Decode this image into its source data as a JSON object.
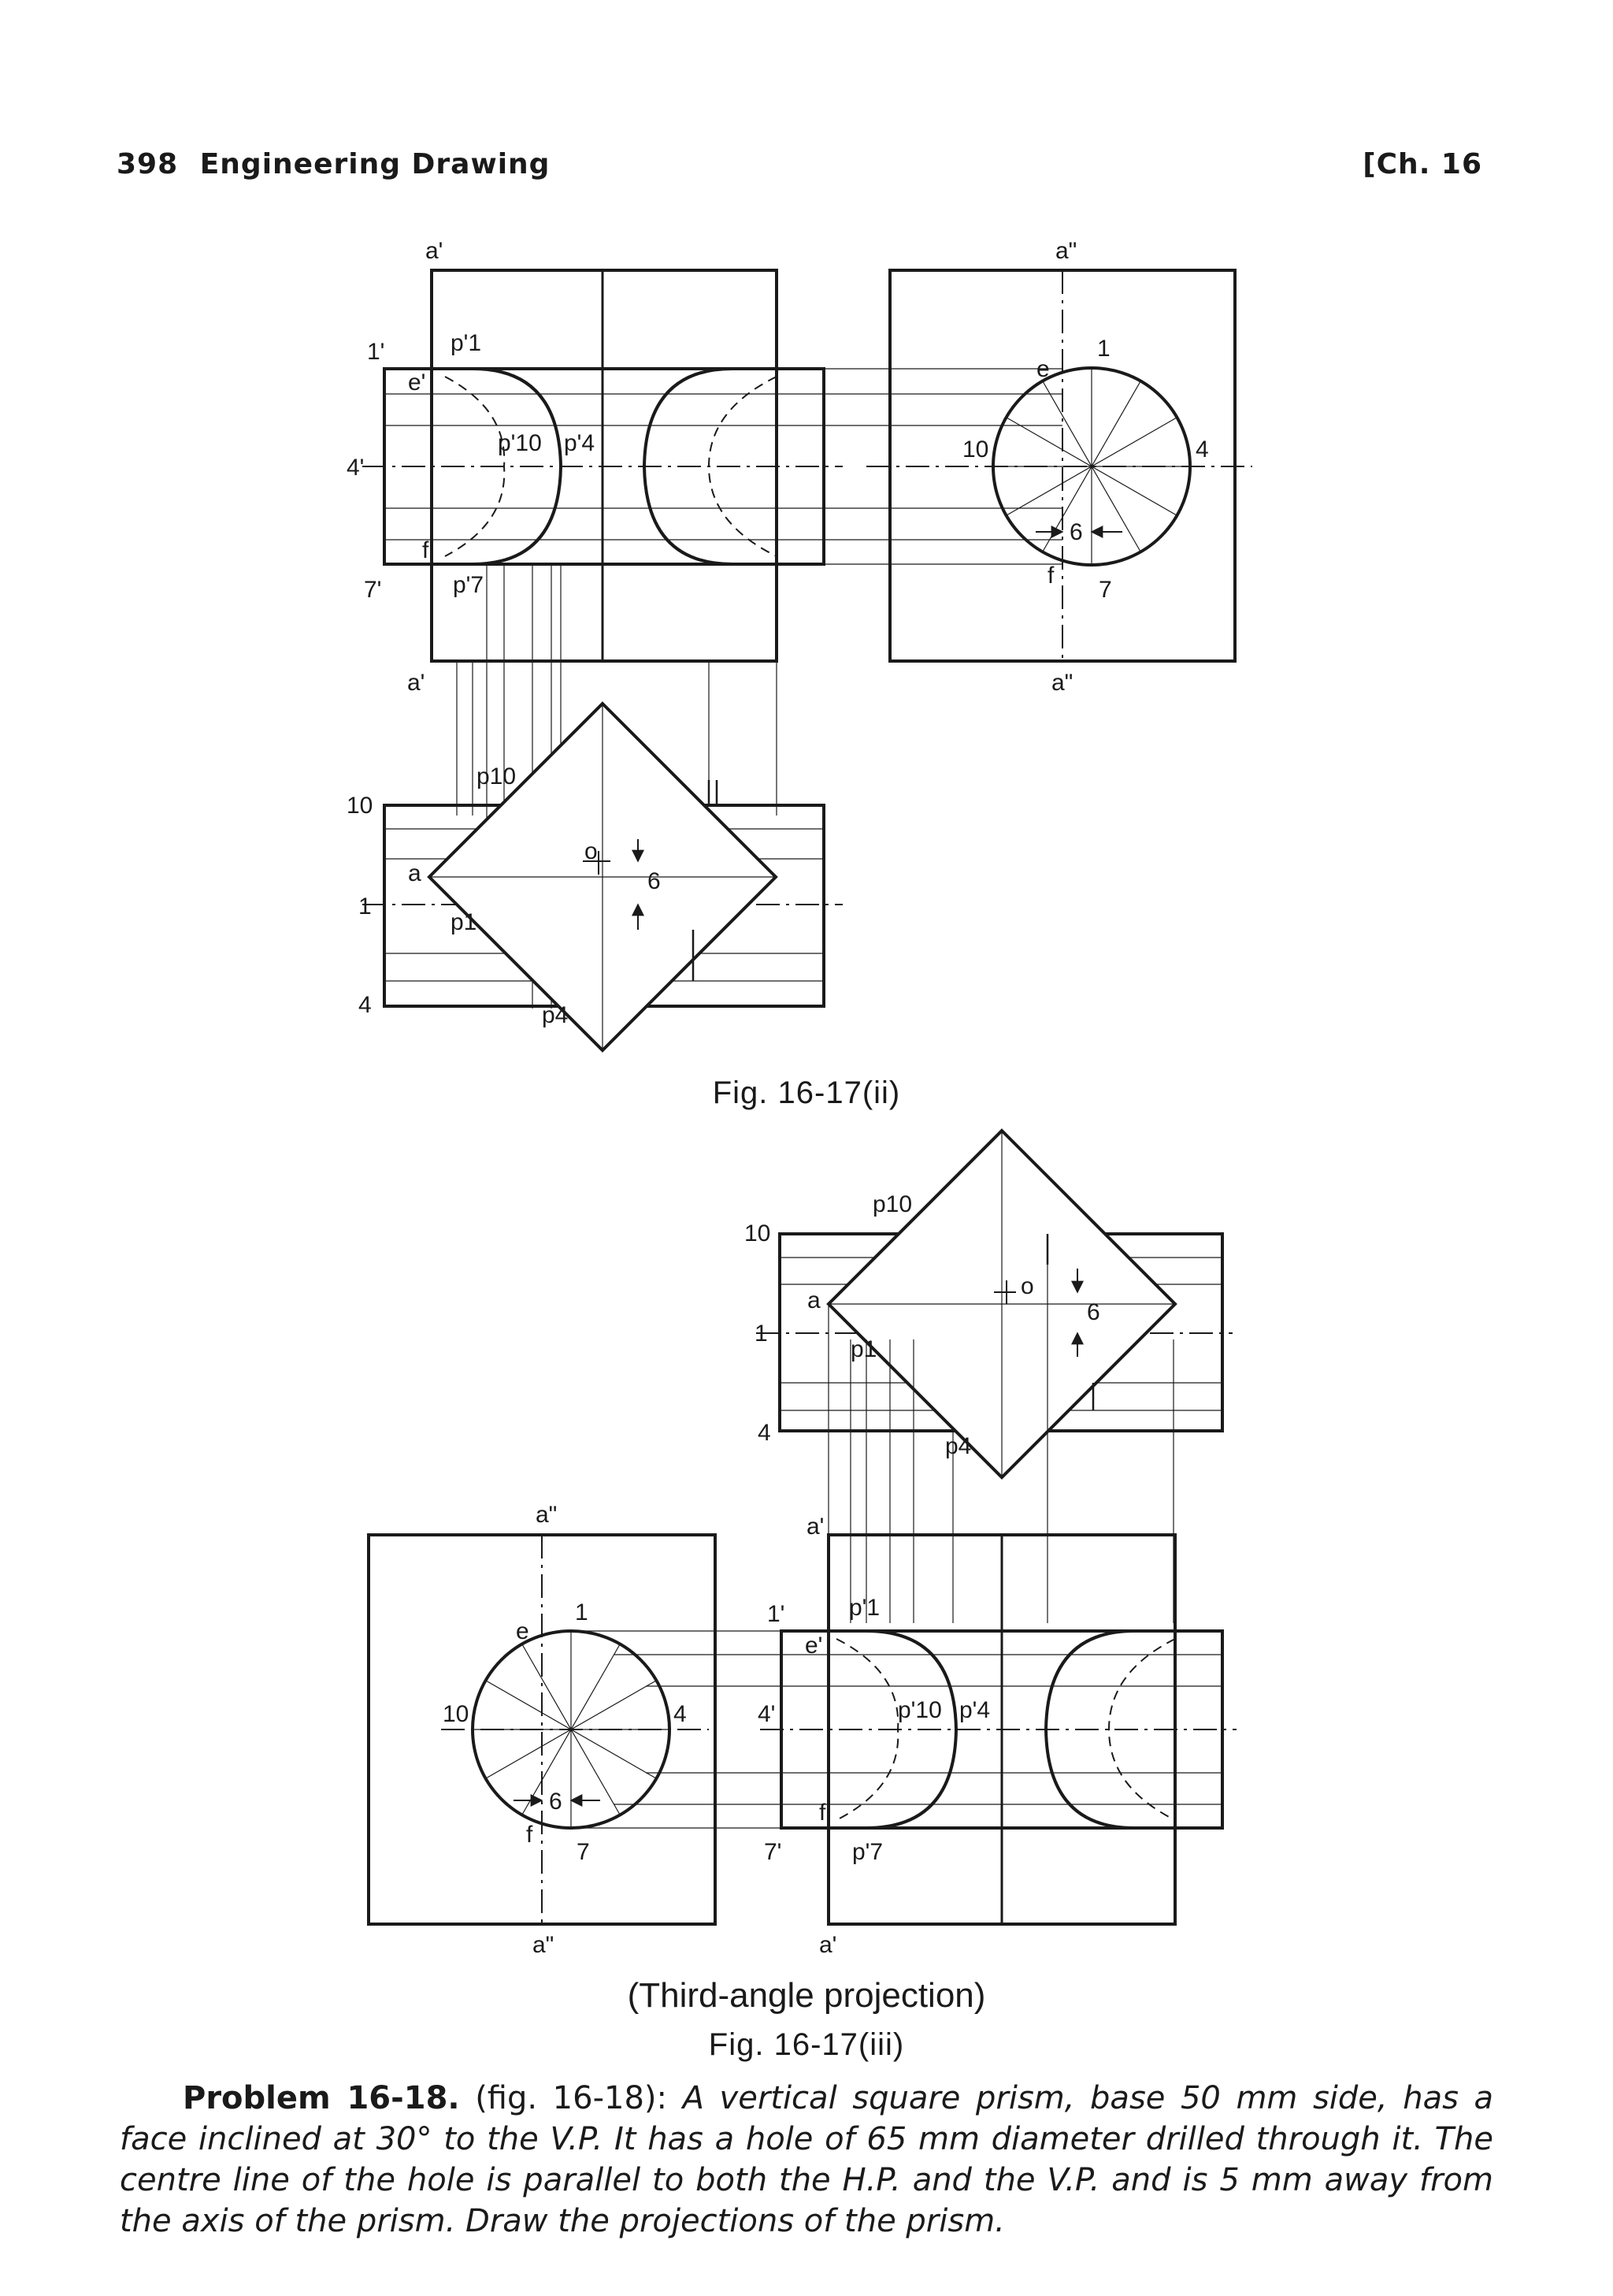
{
  "header": {
    "page_number": "398",
    "book_title": "Engineering Drawing",
    "chapter": "[Ch. 16"
  },
  "figures": {
    "fig_ii": {
      "caption": "Fig. 16-17(ii)",
      "labels": {
        "a_prime_top": "a'",
        "a_prime_bottom": "a'",
        "a_dprime_top": "a\"",
        "a_dprime_bottom": "a\"",
        "one_prime": "1'",
        "four_prime": "4'",
        "seven_prime": "7'",
        "e_prime": "e'",
        "f_prime": "f'",
        "p1_prime": "p'1",
        "p10_prime": "p'10",
        "p4_prime": "p'4",
        "p7_prime": "p'7",
        "e": "e",
        "f": "f",
        "n1": "1",
        "n4": "4",
        "n7": "7",
        "n10": "10",
        "dim6_side": "6",
        "n10_plan": "10",
        "n1_plan": "1",
        "n4_plan": "4",
        "a_plan": "a",
        "p1_plan": "p1",
        "p10_plan": "p10",
        "p4_plan": "p4",
        "o_plan": "o",
        "dim6_plan": "6"
      }
    },
    "fig_iii": {
      "projection_note": "(Third-angle projection)",
      "caption": "Fig. 16-17(iii)",
      "labels": {
        "n10_plan": "10",
        "n1_plan": "1",
        "n4_plan": "4",
        "a_plan": "a",
        "p1_plan": "p1",
        "p10_plan": "p10",
        "p4_plan": "p4",
        "o_plan": "o",
        "dim6_plan": "6",
        "a_dprime_top": "a\"",
        "a_dprime_bottom": "a\"",
        "a_prime_top": "a'",
        "a_prime_bottom": "a'",
        "e": "e",
        "f": "f",
        "n1": "1",
        "n4": "4",
        "n7": "7",
        "n10": "10",
        "dim6_side": "6",
        "one_prime": "1'",
        "four_prime": "4'",
        "seven_prime": "7'",
        "e_prime": "e'",
        "f_prime": "f'",
        "p1_prime": "p'1",
        "p10_prime": "p'10",
        "p4_prime": "p'4",
        "p7_prime": "p'7"
      }
    }
  },
  "problem": {
    "number": "Problem 16-18.",
    "reference": "(fig. 16-18):",
    "statement": "A vertical square prism, base 50 mm side, has a face inclined at 30° to the V.P. It has a hole of 65 mm diameter drilled through it. The centre line of the hole is parallel to both the H.P. and the V.P. and is 5 mm away from the axis of the prism. Draw the projections of the prism."
  }
}
